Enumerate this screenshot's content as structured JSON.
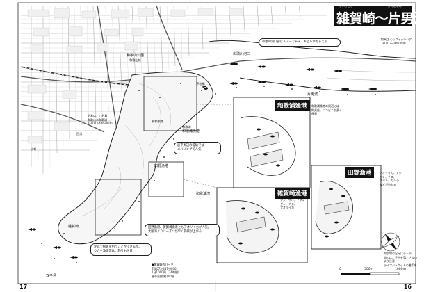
{
  "title": {
    "main": "雑賀崎〜片男波",
    "furigana_1": "さいがざき",
    "furigana_2": "かたおなみ"
  },
  "pages": {
    "left": "17",
    "right": "16"
  },
  "harbors": {
    "wakaura": "和歌浦漁港",
    "tanoura": "田野漁港",
    "saigazaki": "雑賀崎漁港"
  },
  "notes": {
    "river_mouth": "和歌川河口部はルアーでチヌ・キビレがねらえる",
    "breakwater": "波平周辺の堤防では\nメバリングで人気",
    "tanoura_note": "田野漁港、雑賀崎漁港ともアオリイカが人気。\n大阪湾よりシーズンが早く釣果が上がる",
    "bottom_note": "足元で根魚を狙うことができるが、\nウカセ漁礁等は、釣りも注意"
  },
  "labels": {
    "wakayama_park": "和歌山公園",
    "wakayama_castle": "和歌山城",
    "wakagawa_mouth": "和歌川河口",
    "kataonami": "片男波",
    "wakaura_label": "和歌浦",
    "shinwakaura": "新和歌浦",
    "futagoshima": "双子島",
    "saiga_label": "雑賀崎",
    "bridge": "不老橋",
    "sea_label": "和歌浦湾",
    "area_west": "水軒",
    "nishihama": "西浜",
    "port_box": "和歌浦漁港",
    "tanoura_box": "田野漁港"
  },
  "shop_info": {
    "shop_left": "釣具店 ○○釣具\n和歌山市和歌浦\nTEL073-446-0000",
    "shop_right": "釣具店 ○○フィッシング\nTEL073-444-0000",
    "bottom_info": "釣り場の足元にテトラ\n帯では、子供を落とさない\nよう注意\nライフジャケットの着用を",
    "access": "●雑賀崎のバーク\nTEL073-447-0000\n1日1000円（24時間）\n駐車台数 約100台",
    "tanoura_species": "アオリイカ、アジ\nグレ、チヌ、\nメバル、ガシラ\nなどが釣れる",
    "saiga_species": "アジ、サバ、イワシ\nグレ、チヌ、\nアオリイカ",
    "wakaura_info": "和歌浦漁港の周辺には\n釣具店、コンビニが多く\n便利"
  },
  "scale": {
    "zero": "0",
    "mid": "500m",
    "max": "1000m"
  },
  "colors": {
    "ink": "#111111",
    "water": "#ffffff",
    "land_block": "#f2f2f2",
    "road": "#9a9a9a"
  }
}
